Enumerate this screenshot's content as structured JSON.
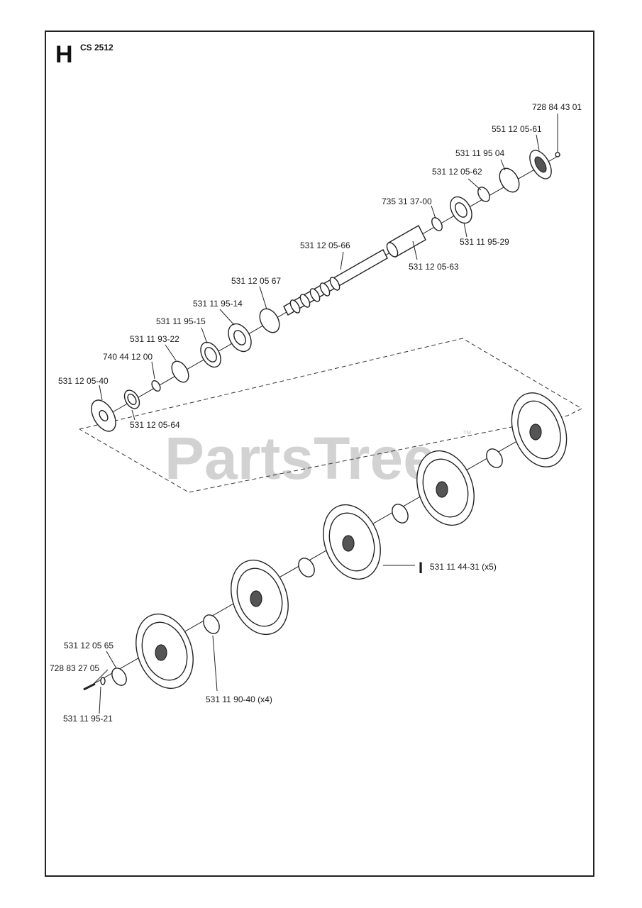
{
  "header": {
    "section_letter": "H",
    "model": "CS 2512"
  },
  "watermark": {
    "text": "PartsTree",
    "trademark": "™"
  },
  "group_marker": {
    "symbol": "I"
  },
  "parts": [
    {
      "id": "p01",
      "number": "728 84 43 01"
    },
    {
      "id": "p02",
      "number": "551 12 05-61"
    },
    {
      "id": "p03",
      "number": "531 11 95 04"
    },
    {
      "id": "p04",
      "number": "531 12 05-62"
    },
    {
      "id": "p05",
      "number": "735 31 37-00"
    },
    {
      "id": "p06",
      "number": "531 11 95-29"
    },
    {
      "id": "p07",
      "number": "531 12 05-63"
    },
    {
      "id": "p08",
      "number": "531 12 05-66"
    },
    {
      "id": "p09",
      "number": "531 12 05 67"
    },
    {
      "id": "p10",
      "number": "531 11 95-14"
    },
    {
      "id": "p11",
      "number": "531 11 95-15"
    },
    {
      "id": "p12",
      "number": "531 11 93-22"
    },
    {
      "id": "p13",
      "number": "740 44 12 00"
    },
    {
      "id": "p14",
      "number": "531 12 05-40"
    },
    {
      "id": "p15",
      "number": "531 12 05-64"
    },
    {
      "id": "p16",
      "number": "531 11 44-31 (x5)"
    },
    {
      "id": "p17",
      "number": "531 12 05 65"
    },
    {
      "id": "p18",
      "number": "728 83 27 05"
    },
    {
      "id": "p19",
      "number": "531 11 90-40 (x4)"
    },
    {
      "id": "p20",
      "number": "531 11 95-21"
    }
  ]
}
